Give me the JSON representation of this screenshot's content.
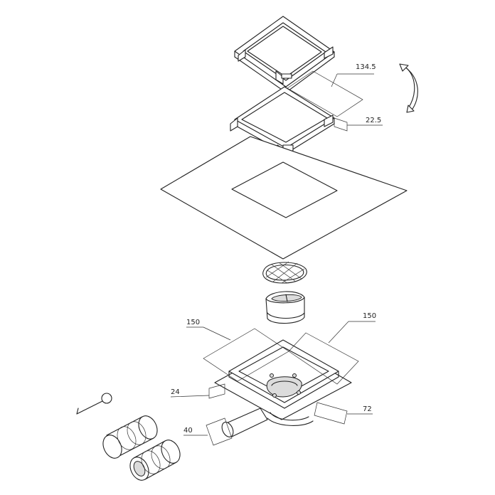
{
  "colors": {
    "line": "#222222",
    "background": "#ffffff"
  },
  "dimensions": {
    "grate_width": "134.5",
    "grate_height": "22.5",
    "body_width_left": "150",
    "body_width_right": "150",
    "flange_height": "24",
    "outlet_diameter": "40",
    "total_height": "72"
  },
  "icons": {
    "rotate": "rotate-arrow-icon"
  }
}
